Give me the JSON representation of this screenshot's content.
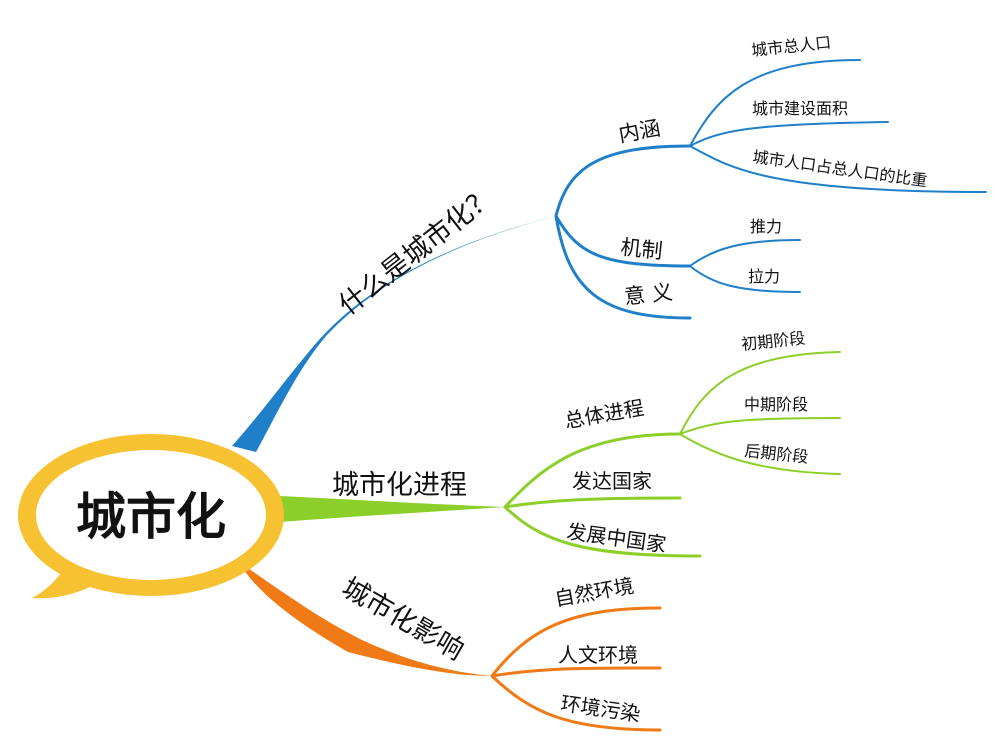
{
  "colors": {
    "blue": "#1f7fc8",
    "green": "#8ccf2a",
    "orange": "#f07a15",
    "center_fill": "#f6c232",
    "center_inner": "#ffffff"
  },
  "center": {
    "label": "城市化"
  },
  "branches": [
    {
      "label": "什么是城市化？",
      "color": "blue",
      "children": [
        {
          "label": "内涵",
          "children": [
            "城市总人口",
            "城市建设面积",
            "城市人口占总人口的比重"
          ]
        },
        {
          "label": "机制",
          "children": [
            "推力",
            "拉力"
          ]
        },
        {
          "label": "意 义",
          "children": []
        }
      ]
    },
    {
      "label": "城市化进程",
      "color": "green",
      "children": [
        {
          "label": "总体进程",
          "children": [
            "初期阶段",
            "中期阶段",
            "后期阶段"
          ]
        },
        {
          "label": "发达国家",
          "children": []
        },
        {
          "label": "发展中国家",
          "children": []
        }
      ]
    },
    {
      "label": "城市化影响",
      "color": "orange",
      "children": [
        {
          "label": "自然环境",
          "children": []
        },
        {
          "label": "人文环境",
          "children": []
        },
        {
          "label": "环境污染",
          "children": []
        }
      ]
    }
  ]
}
